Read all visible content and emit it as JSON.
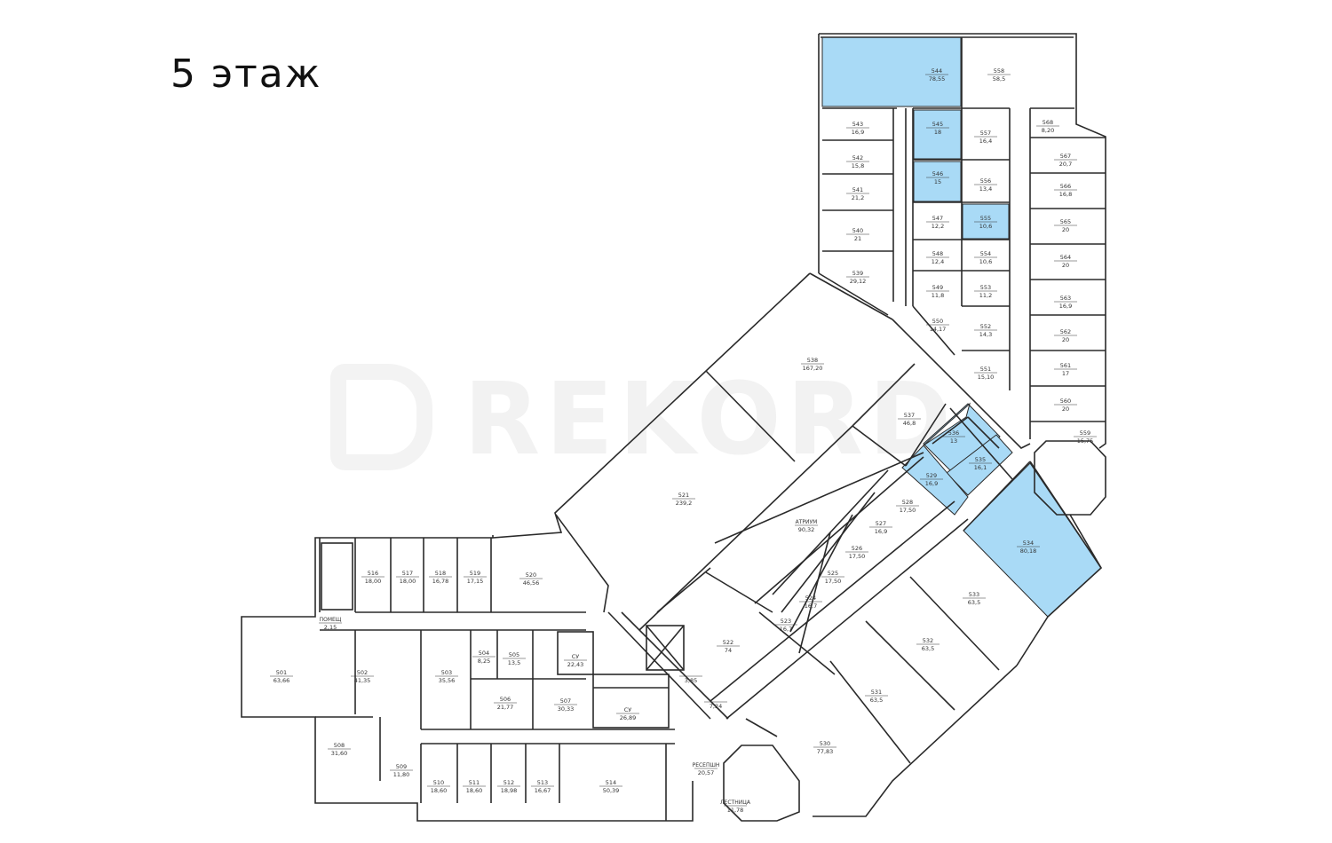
{
  "title": "5 этаж",
  "watermark": "REKORD",
  "colors": {
    "highlight": "#a9daf6",
    "wall": "#2a2a2a",
    "background": "#ffffff"
  },
  "rooms": [
    {
      "id": "544",
      "area": "78,55",
      "hl": true
    },
    {
      "id": "558",
      "area": "58,5",
      "hl": false
    },
    {
      "id": "543",
      "area": "16,9",
      "hl": false
    },
    {
      "id": "545",
      "area": "18",
      "hl": true
    },
    {
      "id": "557",
      "area": "16,4",
      "hl": false
    },
    {
      "id": "568",
      "area": "8,20",
      "hl": false
    },
    {
      "id": "542",
      "area": "15,8",
      "hl": false
    },
    {
      "id": "546",
      "area": "15",
      "hl": true
    },
    {
      "id": "556",
      "area": "13,4",
      "hl": false
    },
    {
      "id": "567",
      "area": "20,7",
      "hl": false
    },
    {
      "id": "541",
      "area": "21,2",
      "hl": false
    },
    {
      "id": "566",
      "area": "16,8",
      "hl": false
    },
    {
      "id": "547",
      "area": "12,2",
      "hl": false
    },
    {
      "id": "555",
      "area": "10,6",
      "hl": true
    },
    {
      "id": "540",
      "area": "21",
      "hl": false
    },
    {
      "id": "565",
      "area": "20",
      "hl": false
    },
    {
      "id": "548",
      "area": "12,4",
      "hl": false
    },
    {
      "id": "554",
      "area": "10,6",
      "hl": false
    },
    {
      "id": "564",
      "area": "20",
      "hl": false
    },
    {
      "id": "539",
      "area": "29,12",
      "hl": false
    },
    {
      "id": "549",
      "area": "11,8",
      "hl": false
    },
    {
      "id": "553",
      "area": "11,2",
      "hl": false
    },
    {
      "id": "563",
      "area": "16,9",
      "hl": false
    },
    {
      "id": "550",
      "area": "14,17",
      "hl": false
    },
    {
      "id": "552",
      "area": "14,3",
      "hl": false
    },
    {
      "id": "562",
      "area": "20",
      "hl": false
    },
    {
      "id": "551",
      "area": "15,10",
      "hl": false
    },
    {
      "id": "561",
      "area": "17",
      "hl": false
    },
    {
      "id": "560",
      "area": "20",
      "hl": false
    },
    {
      "id": "559",
      "area": "15,75",
      "hl": false
    },
    {
      "id": "538",
      "area": "167,20",
      "hl": false
    },
    {
      "id": "537",
      "area": "46,8",
      "hl": false
    },
    {
      "id": "536",
      "area": "13",
      "hl": true
    },
    {
      "id": "535",
      "area": "16,1",
      "hl": true
    },
    {
      "id": "529",
      "area": "16,9",
      "hl": true
    },
    {
      "id": "528",
      "area": "17,50",
      "hl": false
    },
    {
      "id": "527",
      "area": "16,9",
      "hl": false
    },
    {
      "id": "526",
      "area": "17,50",
      "hl": false
    },
    {
      "id": "525",
      "area": "17,50",
      "hl": false
    },
    {
      "id": "524",
      "area": "16,7",
      "hl": false
    },
    {
      "id": "523",
      "area": "16,7",
      "hl": false
    },
    {
      "id": "534",
      "area": "80,18",
      "hl": true
    },
    {
      "id": "533",
      "area": "63,5",
      "hl": false
    },
    {
      "id": "532",
      "area": "63,5",
      "hl": false
    },
    {
      "id": "531",
      "area": "63,5",
      "hl": false
    },
    {
      "id": "530",
      "area": "77,83",
      "hl": false
    },
    {
      "id": "521",
      "area": "239,2",
      "hl": false
    },
    {
      "id": "АТРИУМ",
      "area": "90,32",
      "hl": false
    },
    {
      "id": "522",
      "area": "74",
      "hl": false
    },
    {
      "id": "516",
      "area": "18,00",
      "hl": false
    },
    {
      "id": "517",
      "area": "18,00",
      "hl": false
    },
    {
      "id": "518",
      "area": "16,78",
      "hl": false
    },
    {
      "id": "519",
      "area": "17,15",
      "hl": false
    },
    {
      "id": "520",
      "area": "46,56",
      "hl": false
    },
    {
      "id": "501",
      "area": "63,66",
      "hl": false
    },
    {
      "id": "502",
      "area": "41,35",
      "hl": false
    },
    {
      "id": "503",
      "area": "35,56",
      "hl": false
    },
    {
      "id": "504",
      "area": "8,25",
      "hl": false
    },
    {
      "id": "505",
      "area": "13,5",
      "hl": false
    },
    {
      "id": "506",
      "area": "21,77",
      "hl": false
    },
    {
      "id": "507",
      "area": "30,33",
      "hl": false
    },
    {
      "id": "СУ",
      "area": "22,43",
      "hl": false
    },
    {
      "id": "СУ",
      "area": "26,89",
      "hl": false
    },
    {
      "id": "508",
      "area": "31,60",
      "hl": false
    },
    {
      "id": "509",
      "area": "11,80",
      "hl": false
    },
    {
      "id": "510",
      "area": "18,60",
      "hl": false
    },
    {
      "id": "511",
      "area": "18,60",
      "hl": false
    },
    {
      "id": "512",
      "area": "18,98",
      "hl": false
    },
    {
      "id": "513",
      "area": "16,67",
      "hl": false
    },
    {
      "id": "514",
      "area": "50,39",
      "hl": false
    },
    {
      "id": "ПОМЕЩ",
      "area": "2,15",
      "hl": false
    },
    {
      "id": "РЕСЕПШН",
      "area": "20,57",
      "hl": false
    },
    {
      "id": "",
      "area": "3,85",
      "hl": false
    },
    {
      "id": "",
      "area": "7,24",
      "hl": false
    },
    {
      "id": "ЛЕСТНИЦА",
      "area": "11,78",
      "hl": false
    }
  ]
}
